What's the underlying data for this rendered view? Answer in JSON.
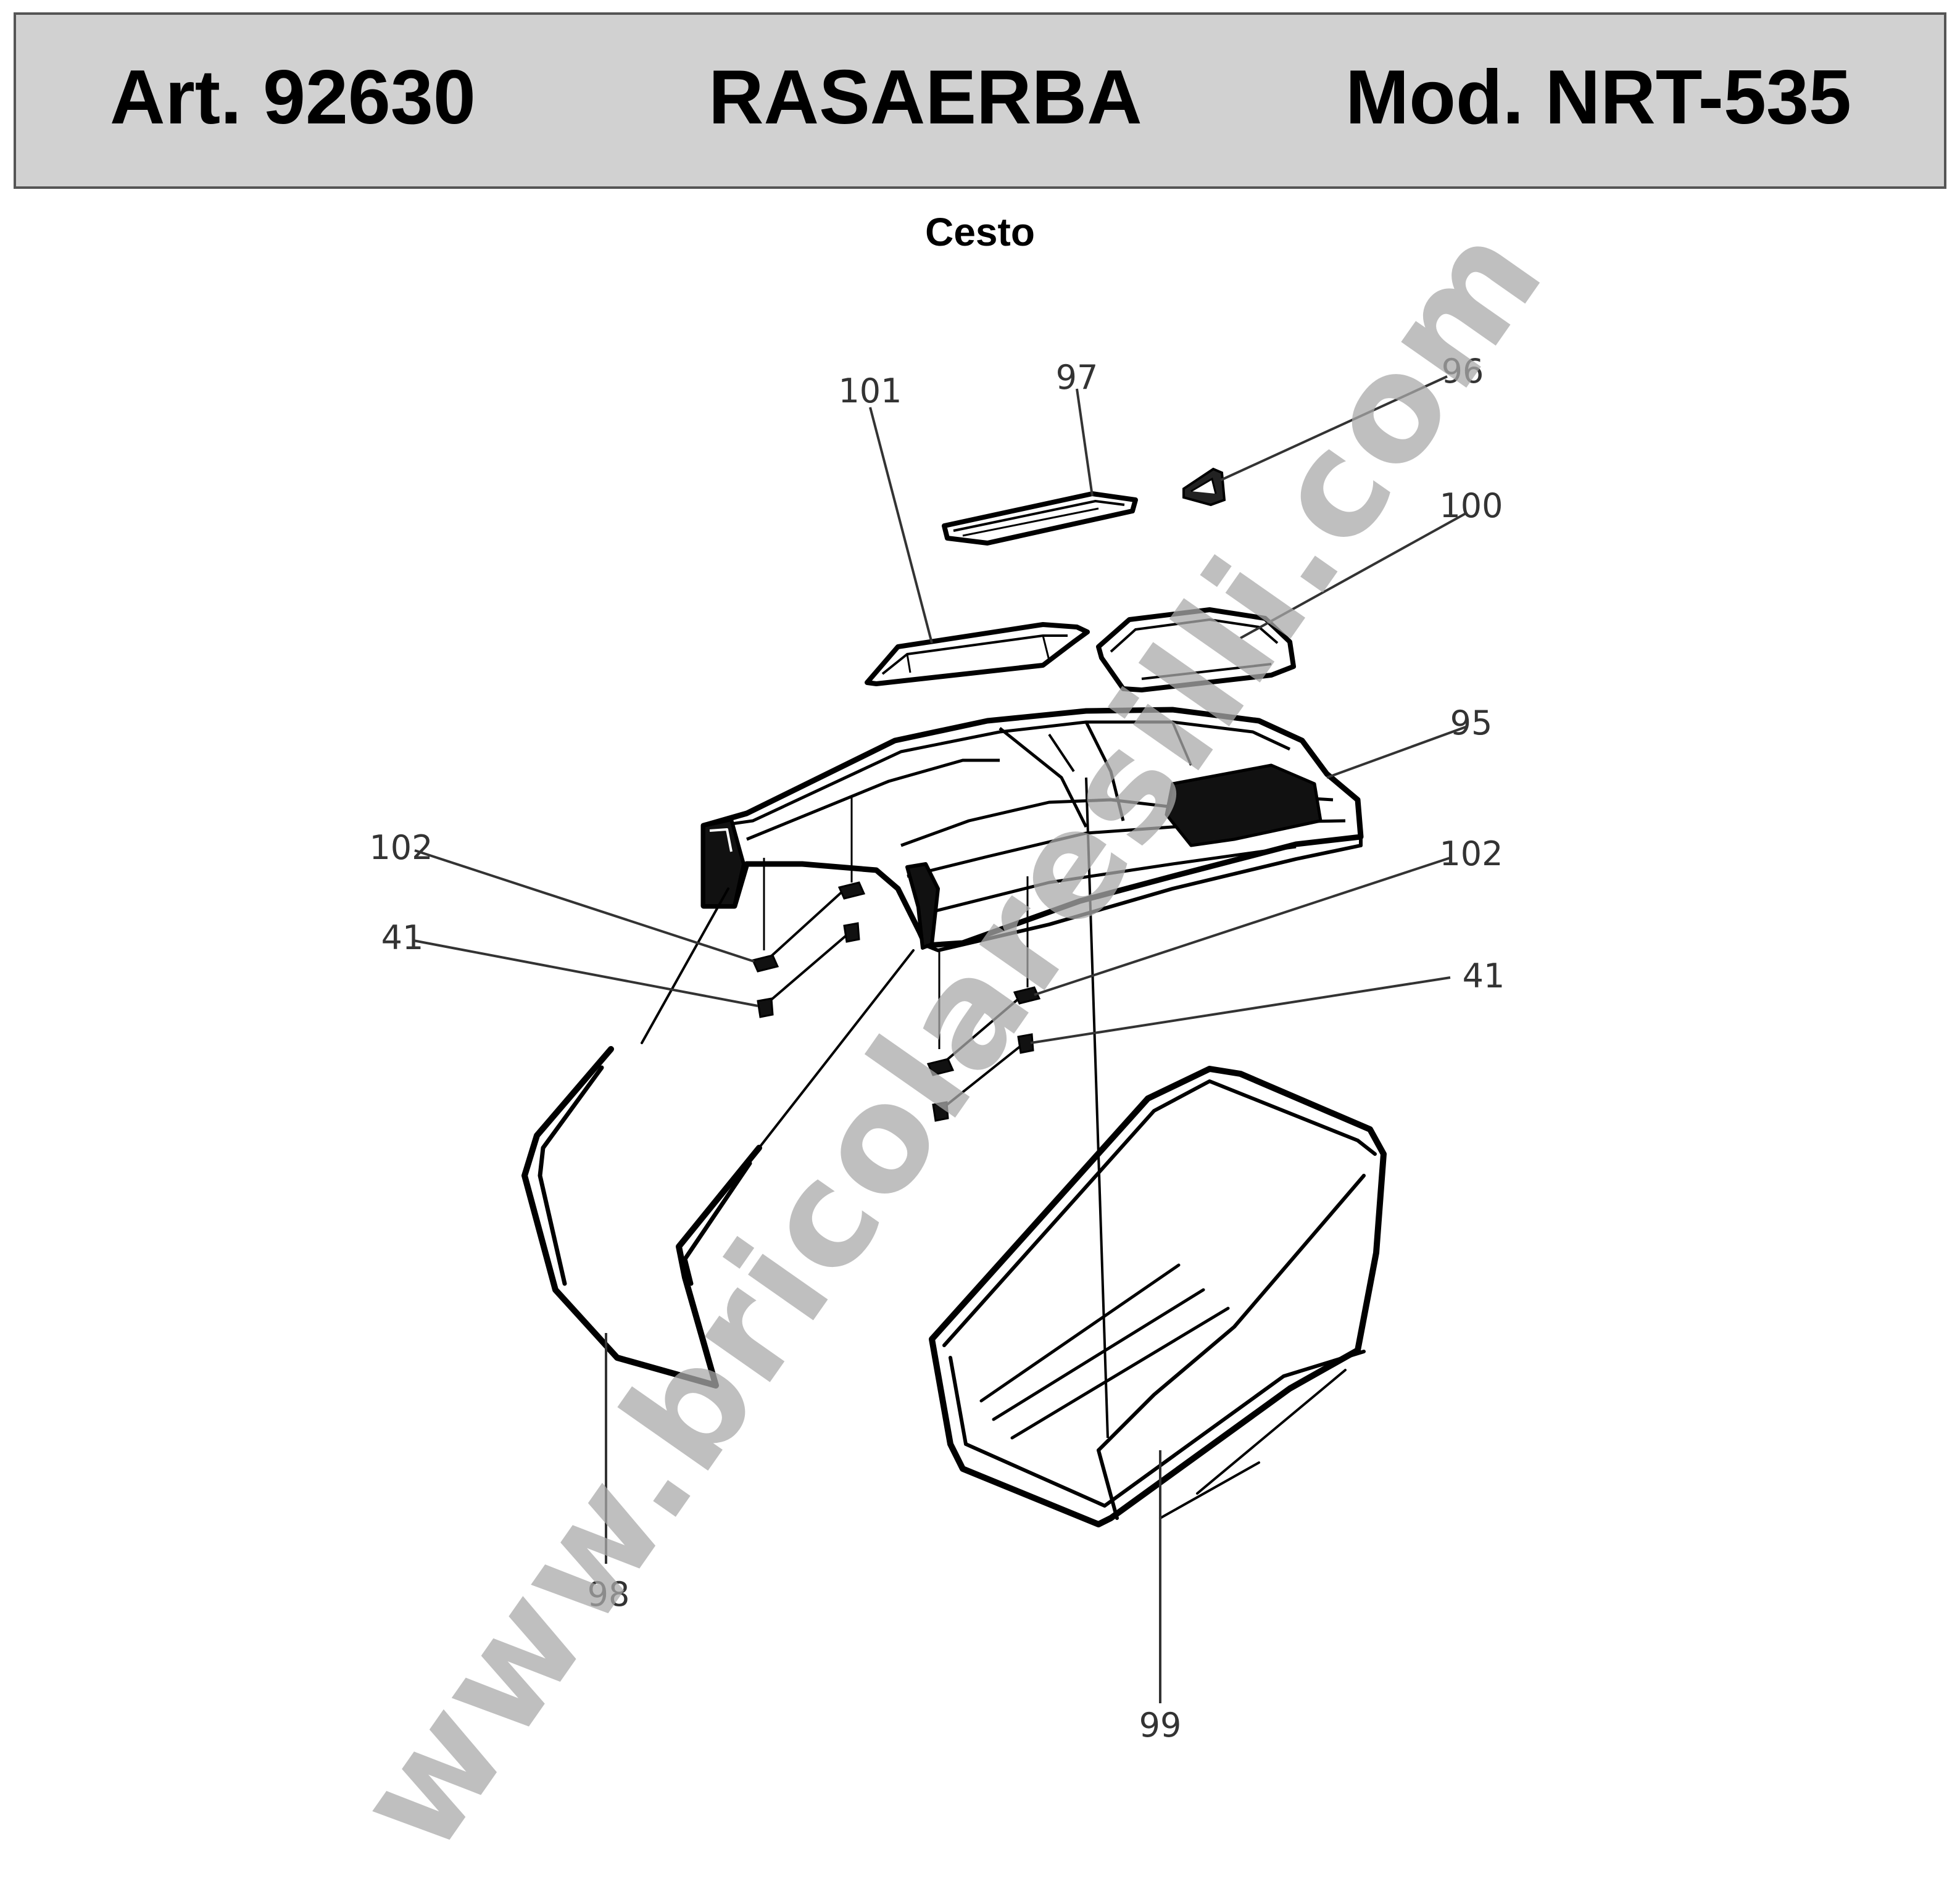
{
  "header": {
    "art_number": "Art. 92630",
    "product_name": "RASAERBA",
    "model_number": "Mod. NRT-535"
  },
  "subtitle": "Cesto",
  "watermark": "www.bricolaresilli.com",
  "callouts": {
    "part_101": "101",
    "part_97": "97",
    "part_96": "96",
    "part_100": "100",
    "part_95": "95",
    "part_102_left": "102",
    "part_41_left": "41",
    "part_102_right": "102",
    "part_41_right": "41",
    "part_98": "98",
    "part_99": "99"
  },
  "colors": {
    "header_background": "#d1d1d1",
    "line_art": "#000000",
    "watermark": "#aaaaaa"
  }
}
